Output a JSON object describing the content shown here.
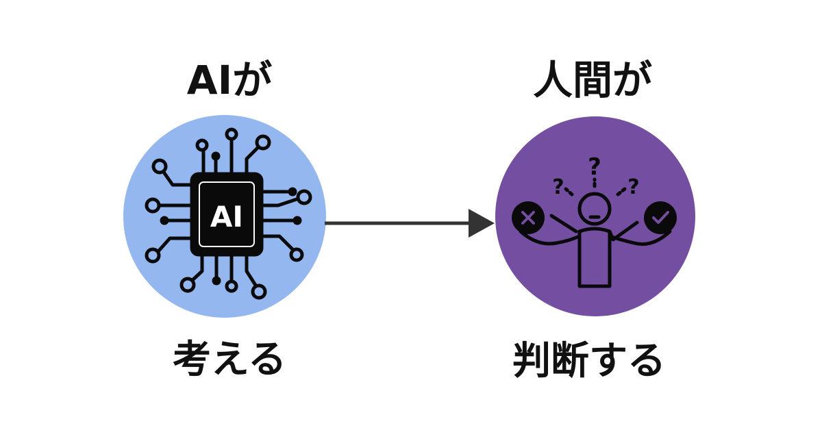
{
  "left": {
    "title": "AIが",
    "chip_text": "AI",
    "caption": "考える",
    "circle_color": "#94b7ef",
    "icon": "ai-chip-icon"
  },
  "right": {
    "title": "人間が",
    "caption": "判断する",
    "circle_color": "#744ea1",
    "icon": "confused-person-icon"
  },
  "arrow_color": "#333333"
}
